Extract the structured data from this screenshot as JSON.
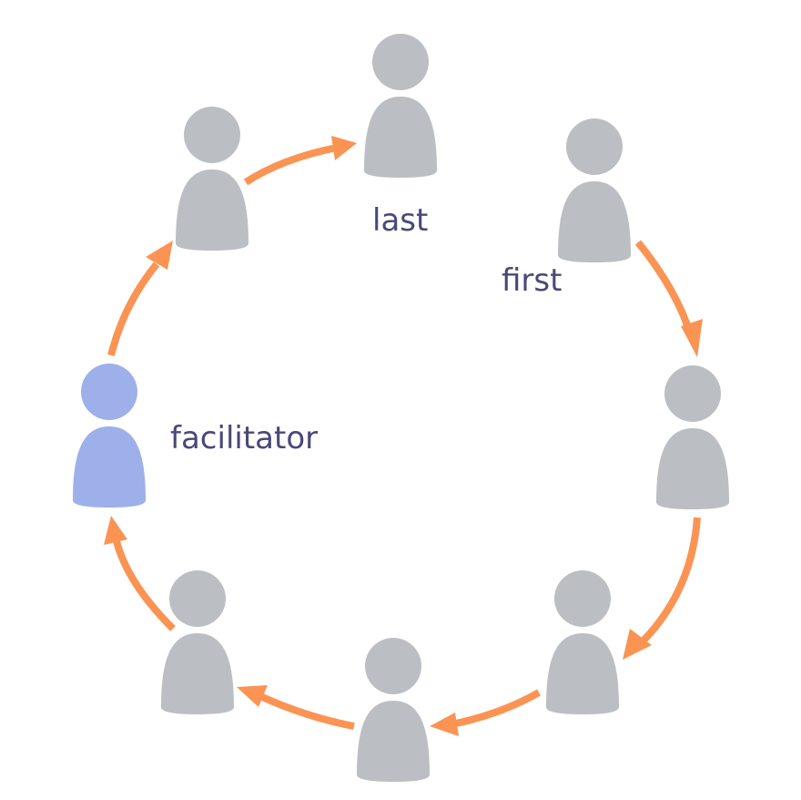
{
  "colors": {
    "person": "#bbbfc3",
    "facilitator": "#9eb0ea",
    "arrow": "#fb9353",
    "label": "#4a4878",
    "background": "#ffffff"
  },
  "labels": {
    "last": "last",
    "first": "first",
    "facilitator": "facilitator"
  }
}
